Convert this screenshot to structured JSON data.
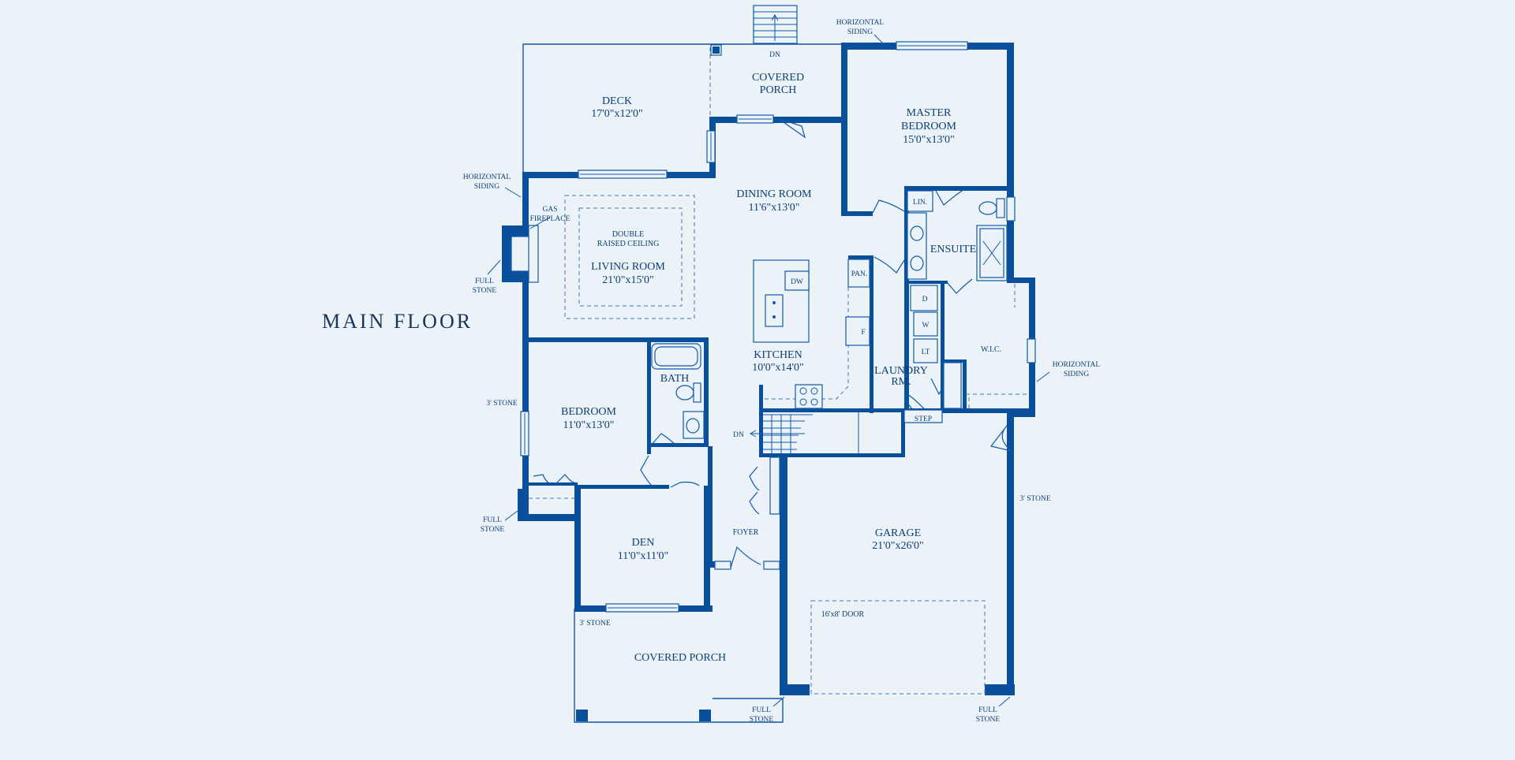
{
  "title": "MAIN FLOOR",
  "rooms": {
    "deck": {
      "name": "DECK",
      "dims": "17'0\"x12'0\""
    },
    "covered_porch_rear": {
      "line1": "COVERED",
      "line2": "PORCH"
    },
    "master_bedroom": {
      "line1": "MASTER",
      "line2": "BEDROOM",
      "dims": "15'0\"x13'0\""
    },
    "dining_room": {
      "name": "DINING ROOM",
      "dims": "11'6\"x13'0\""
    },
    "living_room": {
      "name": "LIVING ROOM",
      "dims": "21'0\"x15'0\"",
      "ceiling1": "DOUBLE",
      "ceiling2": "RAISED CEILING"
    },
    "kitchen": {
      "name": "KITCHEN",
      "dims": "10'0\"x14'0\""
    },
    "bedroom": {
      "name": "BEDROOM",
      "dims": "11'0\"x13'0\""
    },
    "bath": {
      "name": "BATH"
    },
    "ensuite": {
      "name": "ENSUITE"
    },
    "wic": {
      "name": "W.I.C."
    },
    "laundry": {
      "line1": "LAUNDRY",
      "line2": "RM."
    },
    "den": {
      "name": "DEN",
      "dims": "11'0\"x11'0\""
    },
    "foyer": {
      "name": "FOYER"
    },
    "garage": {
      "name": "GARAGE",
      "dims": "21'0\"x26'0\"",
      "door": "16'x8' DOOR"
    },
    "covered_porch_front": {
      "name": "COVERED PORCH"
    }
  },
  "labels": {
    "lin": "LIN.",
    "pan": "PAN.",
    "dw": "DW",
    "fridge": "F",
    "dryer": "D",
    "washer": "W",
    "laundry_tub": "LT",
    "step": "STEP",
    "dn_top": "DN",
    "dn_stair": "DN",
    "gas1": "GAS",
    "gas2": "FIREPLACE"
  },
  "annotations": {
    "siding_top1": "HORIZONTAL",
    "siding_top2": "SIDING",
    "siding_left1": "HORIZONTAL",
    "siding_left2": "SIDING",
    "siding_right1": "HORIZONTAL",
    "siding_right2": "SIDING",
    "stone_left_upper1": "FULL",
    "stone_left_upper2": "STONE",
    "stone_left_lower1": "FULL",
    "stone_left_lower2": "STONE",
    "stone3_left": "3' STONE",
    "stone3_right": "3' STONE",
    "stone3_porch": "3' STONE",
    "stone_bottom_mid1": "FULL",
    "stone_bottom_mid2": "STONE",
    "stone_bottom_right1": "FULL",
    "stone_bottom_right2": "STONE"
  }
}
